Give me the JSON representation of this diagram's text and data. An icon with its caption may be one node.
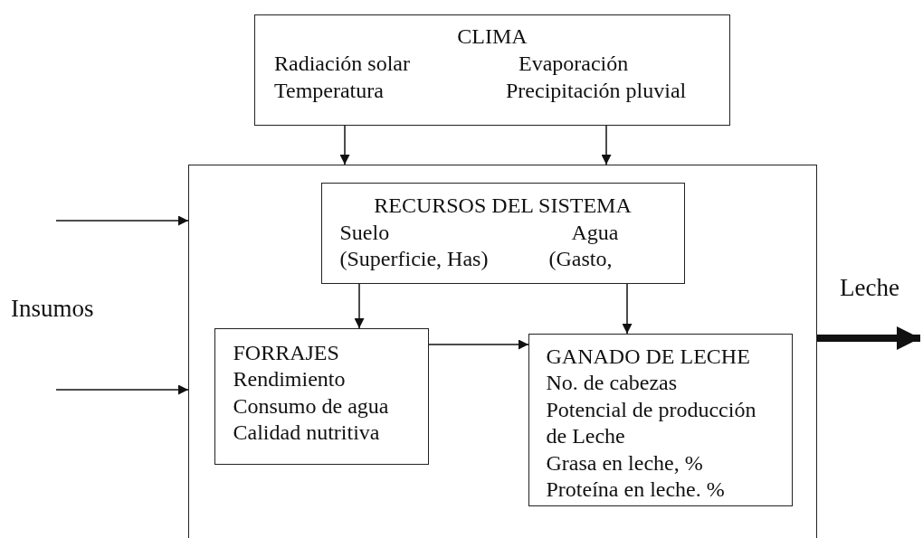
{
  "diagram": {
    "nodes": [
      {
        "text": [
          "CLIMA",
          "Radiación solar",
          "Temperatura",
          "Evaporación",
          "Precipitación pluvial"
        ]
      },
      {
        "text": [],
        "shape": "box"
      },
      {
        "text": [
          "RECURSOS DEL SISTEMA",
          "Suelo",
          "(Superficie, Has)",
          "Agua",
          "(Gasto,"
        ],
        "in": 1
      },
      {
        "text": [
          "FORRAJES",
          "Rendimiento",
          "Consumo de agua",
          "Calidad nutritiva"
        ],
        "in": 1
      },
      {
        "text": [
          "GANADO DE LECHE",
          "No. de cabezas",
          "Potencial de producción de Leche",
          "Grasa en leche, %",
          "Proteína en leche. %"
        ],
        "in": 1
      }
    ],
    "edges": [
      {
        "from": 0,
        "to": 1,
        "arrow": "to"
      },
      {
        "from": 0,
        "to": 1,
        "arrow": "to"
      },
      {
        "from": null,
        "to": 1,
        "arrow": "to"
      },
      {
        "from": null,
        "to": 1,
        "arrow": "to"
      },
      {
        "from": 2,
        "to": 3,
        "arrow": "to"
      },
      {
        "from": 2,
        "to": 4,
        "arrow": "to"
      },
      {
        "from": 3,
        "to": 4,
        "arrow": "to"
      },
      {
        "from": 1,
        "to": null,
        "arrow": "to",
        "style": "thick",
        "label": "Leche"
      }
    ],
    "labels": [
      "Insumos"
    ]
  }
}
